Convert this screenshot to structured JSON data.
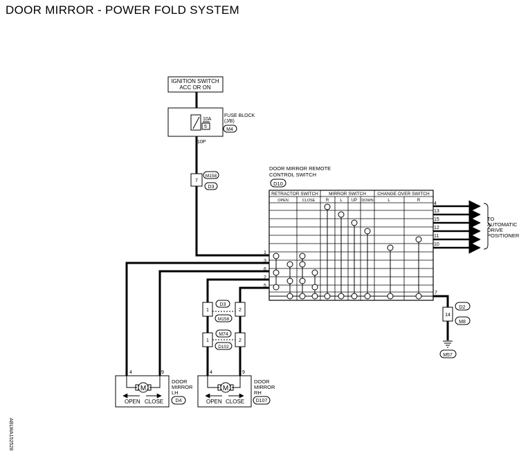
{
  "title": "DOOR MIRROR - POWER FOLD SYSTEM",
  "ignition": {
    "line1": "IGNITION SWITCH",
    "line2": "ACC OR ON"
  },
  "fuse": {
    "amps": "10A",
    "number": "5",
    "label1": "FUSE BLOCK",
    "label2": "(J/B)",
    "connector": "M4",
    "terminal": "10P"
  },
  "junction_top": {
    "pin": "7",
    "conn_a": "M158",
    "conn_b": "D3"
  },
  "switch": {
    "label1": "DOOR MIRROR REMOTE",
    "label2": "CONTROL SWITCH",
    "connector": "D10",
    "headers": {
      "retractor": "RETRACTOR SWITCH",
      "mirror": "MIRROR SWITCH",
      "changeover": "CHANGE OVER SWITCH",
      "open": "OPEN",
      "close": "CLOSE",
      "r": "R",
      "l": "L",
      "up": "UP",
      "down": "DOWN",
      "co_l": "L",
      "co_r": "R"
    },
    "right_pins": [
      "4",
      "13",
      "15",
      "12",
      "11",
      "10"
    ],
    "left_pins": [
      "1",
      "3",
      "6",
      "2",
      "5"
    ],
    "ground_pin": "7"
  },
  "to_label": [
    "TO",
    "AUTOMATIC",
    "DRIVE",
    "POSITIONER"
  ],
  "ground_junction": {
    "pin": "14",
    "conn_a": "D2",
    "conn_b": "M8",
    "ground_conn": "M57"
  },
  "mid_junction_1": {
    "pin_a": "1",
    "pin_b": "2",
    "conn_a": "D3",
    "conn_b": "M158"
  },
  "mid_junction_2": {
    "pin_a": "1",
    "pin_b": "2",
    "conn_a": "M74",
    "conn_b": "D102"
  },
  "mirror_lh": {
    "pin_a": "4",
    "pin_b": "9",
    "motor": "M",
    "open": "OPEN",
    "close": "CLOSE",
    "label": [
      "DOOR",
      "MIRROR",
      "LH"
    ],
    "connector": "D4"
  },
  "mirror_rh": {
    "pin_a": "4",
    "pin_b": "9",
    "motor": "M",
    "open": "OPEN",
    "close": "CLOSE",
    "label": [
      "DOOR",
      "MIRROR",
      "RH"
    ],
    "connector": "D107"
  },
  "code": "ABLWA152528"
}
